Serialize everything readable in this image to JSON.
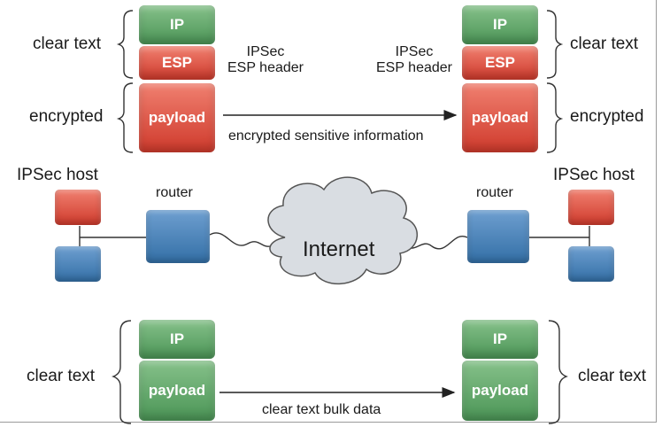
{
  "top": {
    "left_labels": {
      "clear_text": "clear text",
      "encrypted": "encrypted"
    },
    "right_labels": {
      "clear_text": "clear text",
      "encrypted": "encrypted"
    },
    "left_stack": {
      "ip": "IP",
      "esp": "ESP",
      "payload": "payload"
    },
    "right_stack": {
      "ip": "IP",
      "esp": "ESP",
      "payload": "payload"
    },
    "left_header_caption": {
      "line1": "IPSec",
      "line2": "ESP header"
    },
    "right_header_caption": {
      "line1": "IPSec",
      "line2": "ESP header"
    },
    "arrow_caption": "encrypted sensitive information"
  },
  "network": {
    "left_host": "IPSec host",
    "right_host": "IPSec host",
    "left_router": "router",
    "right_router": "router",
    "cloud": "Internet"
  },
  "bottom": {
    "left_label": "clear text",
    "right_label": "clear text",
    "left_stack": {
      "ip": "IP",
      "payload": "payload"
    },
    "right_stack": {
      "ip": "IP",
      "payload": "payload"
    },
    "arrow_caption": "clear text bulk data"
  },
  "colors": {
    "clear_block": "#5fa866",
    "encrypted_block": "#e0503f",
    "router_node": "#4a82bb",
    "host_top_node": "#e0503f"
  }
}
